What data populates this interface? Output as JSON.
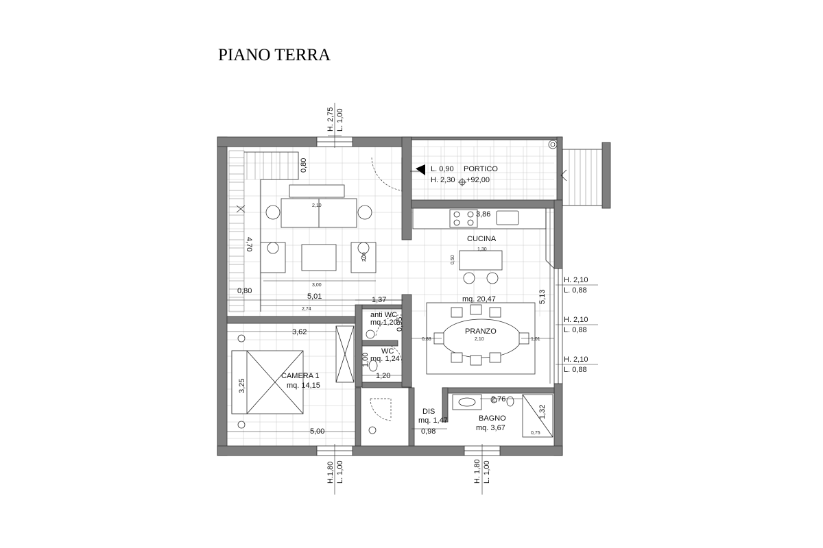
{
  "title": "PIANO TERRA",
  "rooms": {
    "portico": {
      "name": "PORTICO",
      "elevation": "+92,00",
      "door_l": "L. 0,90",
      "door_h": "H. 2,30"
    },
    "cucina": {
      "name": "CUCINA",
      "area": "mq. 20,47"
    },
    "pranzo": {
      "name": "PRANZO"
    },
    "anti_wc": {
      "name": "anti WC",
      "area": "mq.1,20"
    },
    "wc": {
      "name": "WC",
      "area": "mq. 1,24"
    },
    "camera1": {
      "name": "CAMERA 1",
      "area": "mq. 14,15"
    },
    "dis": {
      "name": "DIS",
      "area": "mq. 1,47"
    },
    "bagno": {
      "name": "BAGNO",
      "area": "mq. 3,67"
    }
  },
  "openings": {
    "top": {
      "h": "H. 2,75",
      "l": "L. 1,00"
    },
    "right_1": {
      "h": "H. 2,10",
      "l": "L. 0,88"
    },
    "right_2": {
      "h": "H. 2,10",
      "l": "L. 0,88"
    },
    "right_3": {
      "h": "H. 2,10",
      "l": "L. 0,88"
    },
    "bottom_left": {
      "h": "H.1,80",
      "l": "L. 1,00"
    },
    "bottom_right": {
      "h": "H. 1,80",
      "l": "L. 1,00"
    }
  },
  "dimensions": {
    "stair_width": "0,80",
    "stair_length": "4,70",
    "stair_landing": "0,80",
    "living_width": "5,01",
    "living_inner": "2,74",
    "sofa_length": "2,10",
    "rug_length": "3,00",
    "rug_width": "2,00",
    "anti_wc_width": "1,37",
    "anti_wc_depth": "0,95",
    "wc_width": "1,20",
    "wc_depth": "1,00",
    "cucina_counter": "3,86",
    "island_length": "1,30",
    "island_depth": "0,50",
    "cucina_depth": "5,13",
    "table_width": "2,10",
    "table_left_gap": "0,88",
    "table_right_gap": "1,01",
    "camera_width": "3,62",
    "camera_depth": "3,25",
    "camera_bottom": "5,00",
    "dis_width": "0,98",
    "bagno_width": "2,76",
    "bagno_depth": "1,32",
    "shower": "0,75"
  }
}
